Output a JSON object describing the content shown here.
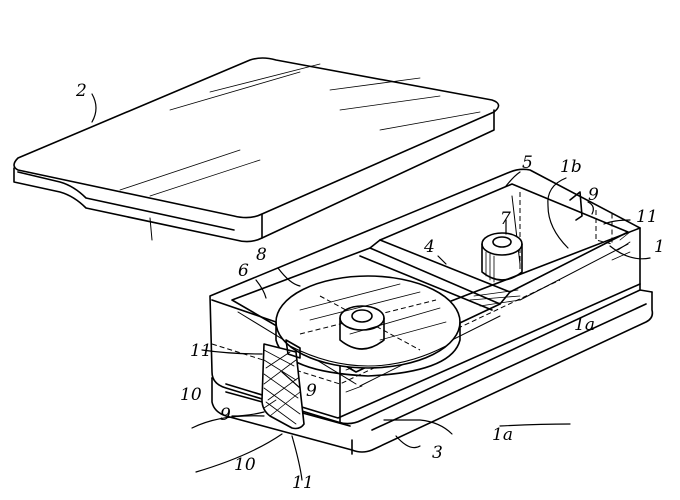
{
  "labels": {
    "lid": "2",
    "container": "1",
    "wall_a_right": "1a",
    "wall_a_front": "1a",
    "compartment_b": "1b",
    "base": "3",
    "divider": "4",
    "compartment_5": "5",
    "compartment_6": "6",
    "spindle": "7",
    "reel": "8",
    "clip_top": "9",
    "clip_front_right": "9",
    "clip_front_left": "9",
    "tape_upper": "10",
    "tape_lower": "10",
    "slot_top": "11",
    "slot_front_upper": "11",
    "slot_front_lower": "11"
  }
}
